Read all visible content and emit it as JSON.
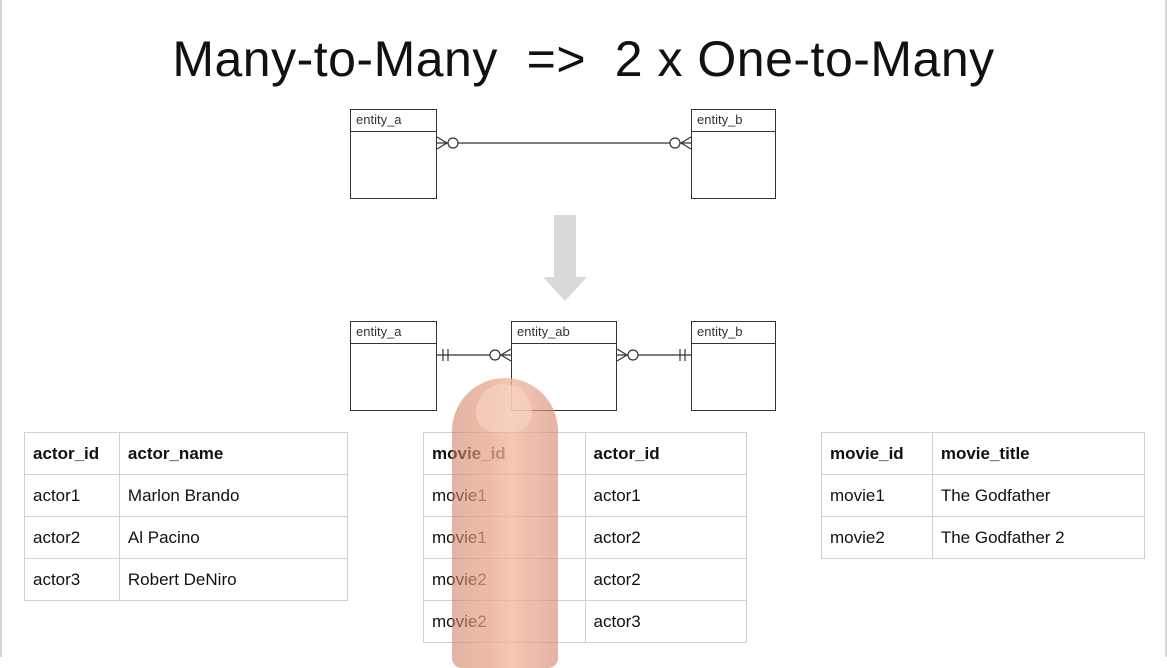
{
  "title": "Many-to-Many  =>  2 x One-to-Many",
  "top_diagram": {
    "entity_left": "entity_a",
    "entity_right": "entity_b"
  },
  "bottom_diagram": {
    "entity_left": "entity_a",
    "entity_middle": "entity_ab",
    "entity_right": "entity_b"
  },
  "colors": {
    "arrow": "#d9d9d9",
    "table_border": "#d0d0d0",
    "line": "#333333"
  },
  "tables": {
    "actors": {
      "headers": [
        "actor_id",
        "actor_name"
      ],
      "rows": [
        [
          "actor1",
          "Marlon Brando"
        ],
        [
          "actor2",
          "Al Pacino"
        ],
        [
          "actor3",
          "Robert DeNiro"
        ]
      ]
    },
    "movie_actor": {
      "headers": [
        "movie_id",
        "actor_id"
      ],
      "rows": [
        [
          "movie1",
          "actor1"
        ],
        [
          "movie1",
          "actor2"
        ],
        [
          "movie2",
          "actor2"
        ],
        [
          "movie2",
          "actor3"
        ]
      ]
    },
    "movies": {
      "headers": [
        "movie_id",
        "movie_title"
      ],
      "rows": [
        [
          "movie1",
          "The Godfather"
        ],
        [
          "movie2",
          "The Godfather 2"
        ]
      ]
    }
  }
}
